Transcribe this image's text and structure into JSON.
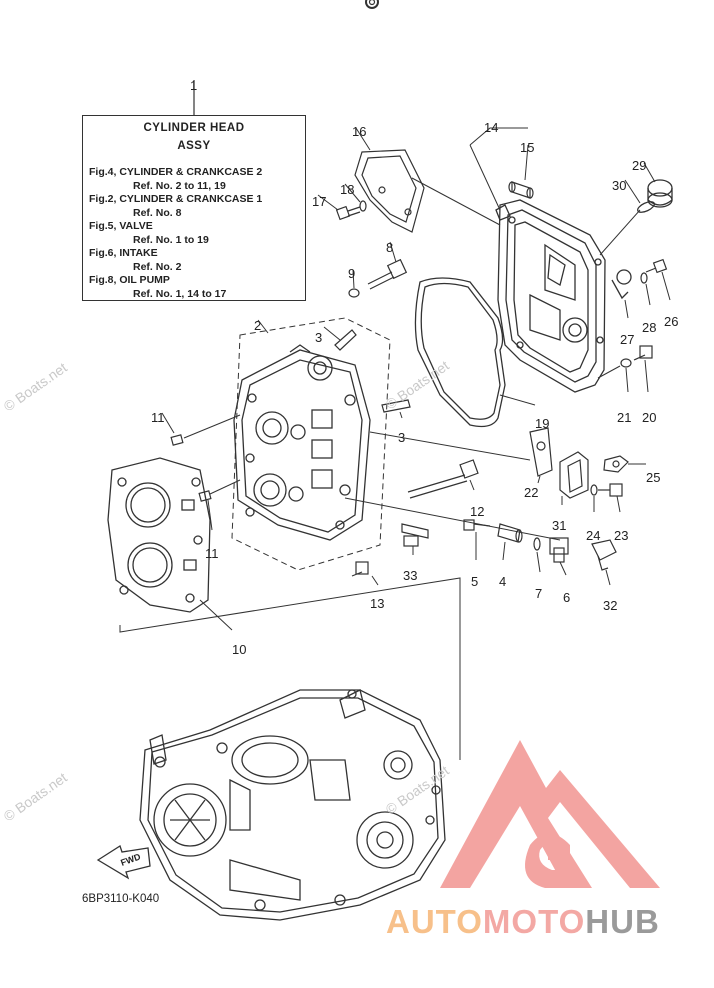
{
  "legend": {
    "title_line1": "CYLINDER HEAD",
    "title_line2": "ASSY",
    "lines": [
      "Fig.4, CYLINDER & CRANKCASE 2",
      "Ref. No. 2 to 11, 19",
      "Fig.2, CYLINDER & CRANKCASE 1",
      "Ref. No. 8",
      "Fig.5, VALVE",
      "Ref. No. 1 to 19",
      "Fig.6, INTAKE",
      "Ref. No. 2",
      "Fig.8, OIL PUMP",
      "Ref. No. 1, 14 to 17"
    ]
  },
  "callouts": [
    "1",
    "2",
    "3",
    "3",
    "4",
    "5",
    "6",
    "7",
    "8",
    "9",
    "10",
    "11",
    "11",
    "12",
    "13",
    "14",
    "15",
    "16",
    "17",
    "18",
    "19",
    "20",
    "21",
    "22",
    "23",
    "24",
    "25",
    "26",
    "27",
    "28",
    "29",
    "30",
    "31",
    "32",
    "33"
  ],
  "diagram_code": "6BP3110-K040",
  "fwd_label": "FWD",
  "watermark": "© Boats.net",
  "logo": {
    "part1": "AUTO",
    "part2": "MOTO",
    "part3": "HUB"
  },
  "colors": {
    "line": "#333333",
    "logo_red": "#f08b87",
    "logo_orange": "#f7c08a",
    "logo_gray": "#9a9a9a"
  }
}
